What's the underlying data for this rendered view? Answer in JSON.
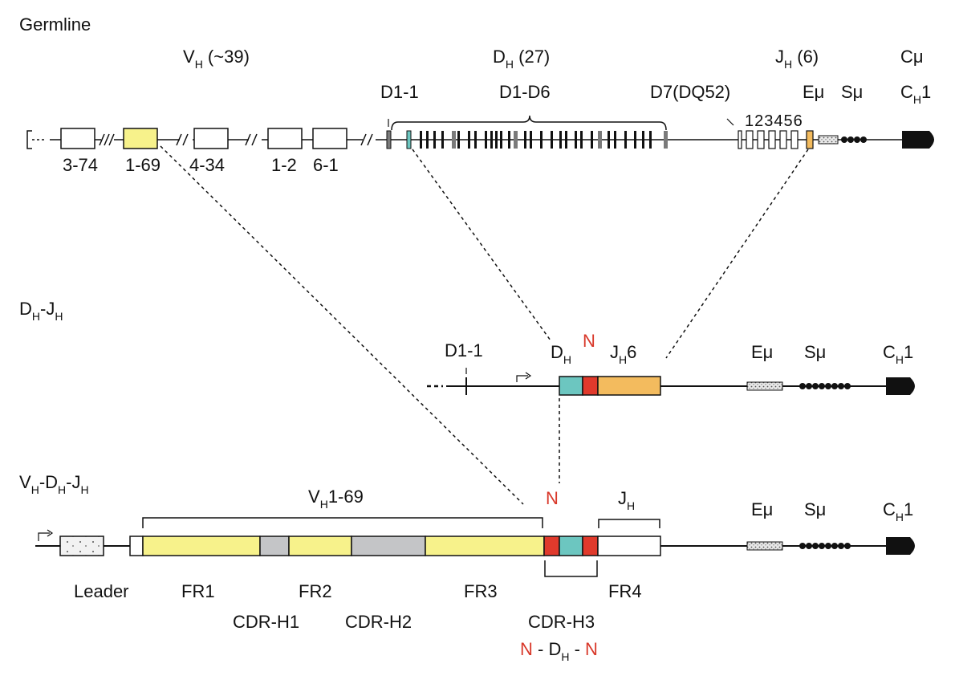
{
  "colors": {
    "fr_yellow": "#f7f28b",
    "cdr_gray": "#c4c5c7",
    "dh_teal": "#6cc6c0",
    "n_red": "#e03a2c",
    "jh_orange": "#f3bb5e",
    "black": "#111111",
    "n_text": "#d8382a"
  },
  "germline": {
    "title": "Germline",
    "vh_label": {
      "main": "V",
      "sub": "H",
      "rest": " (~39)"
    },
    "dh_label": {
      "main": "D",
      "sub": "H",
      "rest": " (27)"
    },
    "jh_label": {
      "main": "J",
      "sub": "H",
      "rest": " (6)"
    },
    "cmu_label": "Cμ",
    "d1_1": "D1-1",
    "d1_d6": "D1-D6",
    "d7": "D7(DQ52)",
    "jh_numbers": "123456",
    "emu": "Eμ",
    "smu": "Sμ",
    "ch1": {
      "main": "C",
      "sub": "H",
      "rest": "1"
    },
    "vh_segments": [
      "3-74",
      "1-69",
      "4-34",
      "1-2",
      "6-1"
    ]
  },
  "dj": {
    "title": {
      "a": "D",
      "a_sub": "H",
      "b": "-J",
      "b_sub": "H"
    },
    "d1_1": "D1-1",
    "dh": {
      "main": "D",
      "sub": "H"
    },
    "n": "N",
    "jh6": {
      "main": "J",
      "sub": "H",
      "rest": "6"
    },
    "emu": "Eμ",
    "smu": "Sμ",
    "ch1": {
      "main": "C",
      "sub": "H",
      "rest": "1"
    }
  },
  "vdj": {
    "title": {
      "a": "V",
      "a_sub": "H",
      "b": "-D",
      "b_sub": "H",
      "c": "-J",
      "c_sub": "H"
    },
    "vh169": {
      "main": "V",
      "sub": "H",
      "rest": "1-69"
    },
    "n": "N",
    "jh": {
      "main": "J",
      "sub": "H"
    },
    "emu": "Eμ",
    "smu": "Sμ",
    "ch1": {
      "main": "C",
      "sub": "H",
      "rest": "1"
    },
    "regions": [
      "Leader",
      "FR1",
      "FR2",
      "FR3",
      "FR4"
    ],
    "cdrs": [
      "CDR-H1",
      "CDR-H2",
      "CDR-H3"
    ],
    "ndn": {
      "n1": "N",
      "mid": " - D",
      "sub": "H",
      "dash": " - ",
      "n2": "N"
    }
  }
}
